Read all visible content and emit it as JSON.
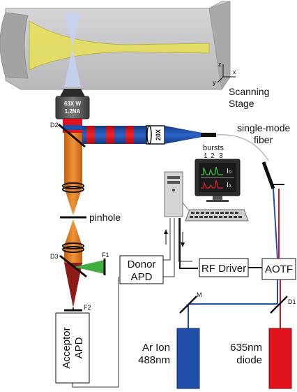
{
  "labels": {
    "objective_line1": "63X W",
    "objective_line2": "1.2NA",
    "scanning_line1": "Scanning",
    "scanning_line2": "Stage",
    "axis_x": "x",
    "axis_y": "y",
    "axis_z": "z",
    "single_mode_line1": "single-mode",
    "single_mode_line2": "fiber",
    "lens_20x": "20X",
    "d2": "D2",
    "d3": "D3",
    "d1": "D1",
    "m": "M",
    "f1": "F1",
    "f2": "F2",
    "pinhole": "pinhole",
    "bursts": "bursts",
    "burst_1": "1",
    "burst_2": "2",
    "burst_3": "3",
    "i_d": "I",
    "i_d_sub": "D",
    "i_a": "I",
    "i_a_sub": "A",
    "donor_line1": "Donor",
    "donor_line2": "APD",
    "acceptor_line1": "Acceptor",
    "acceptor_line2": "APD",
    "rf_driver": "RF Driver",
    "aotf": "AOTF",
    "ar_ion_line1": "Ar Ion",
    "ar_ion_line2": "488nm",
    "diode_line1": "635nm",
    "diode_line2": "diode"
  },
  "colors": {
    "blue_laser": "#1f4fa8",
    "red_laser": "#e0121c",
    "orange_beam": "#e07a1c",
    "green_beam": "#3fae3f",
    "dark_red_beam": "#8e1a1a",
    "sample_yellow": "#e8e066",
    "chamber_gray": "#c9c9cb"
  }
}
